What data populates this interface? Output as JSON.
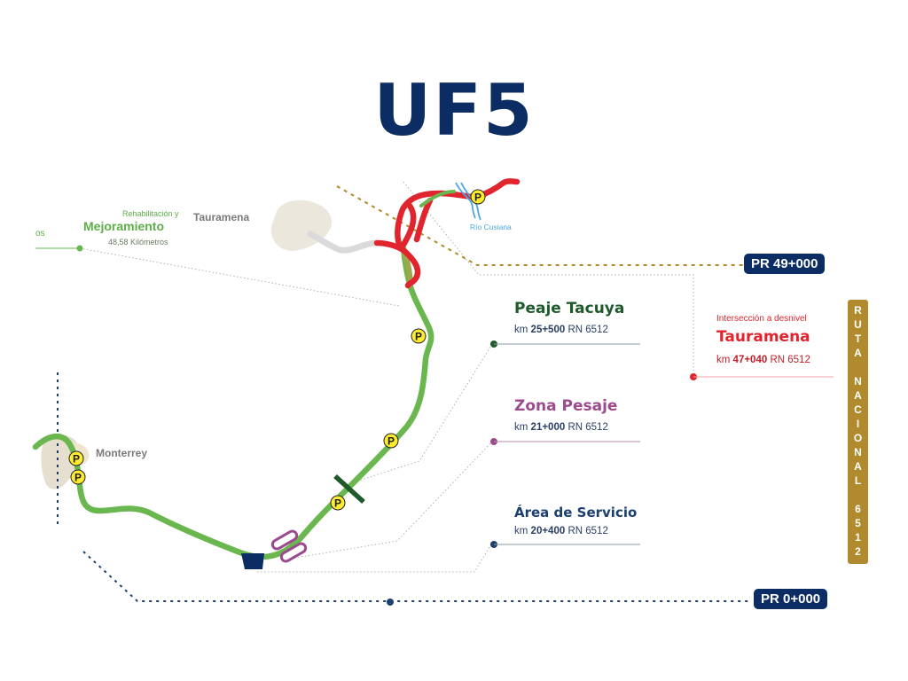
{
  "title": "UF5",
  "towns": {
    "tauramena": "Tauramena",
    "monterrey": "Monterrey",
    "river": "Río Cusiana"
  },
  "rehab": {
    "prefix": "Rehabilitación y",
    "title": "Mejoramiento",
    "length": "48,58 Kilómetros",
    "cut_left": "os"
  },
  "markers": {
    "pr_end": "PR 49+000",
    "pr_start": "PR 0+000"
  },
  "poi": {
    "peaje": {
      "title": "Peaje Tacuya",
      "km_bold": "25+500",
      "km_prefix": "km",
      "km_suffix": "RN 6512",
      "color": "#1f5a2b"
    },
    "pesaje": {
      "title": "Zona Pesaje",
      "km_bold": "21+000",
      "km_prefix": "km",
      "km_suffix": "RN 6512",
      "color": "#9b4a8e"
    },
    "servicio": {
      "title": "Área de Servicio",
      "km_bold": "20+400",
      "km_prefix": "km",
      "km_suffix": "RN 6512",
      "color": "#1b3f6e"
    },
    "interseccion": {
      "prefix": "Intersección a desnivel",
      "title": "Tauramena",
      "km_bold": "47+040",
      "km_prefix": "km",
      "km_suffix": "RN 6512",
      "color": "#e0252e"
    }
  },
  "ruta_vertical": [
    "R",
    "U",
    "T",
    "A",
    "",
    "N",
    "A",
    "C",
    "I",
    "O",
    "N",
    "A",
    "L",
    "",
    "6",
    "5",
    "1",
    "2"
  ],
  "parking_label": "P",
  "colors": {
    "navy": "#0b2d63",
    "green": "#6ab74f",
    "red": "#e0252e",
    "gold": "#b08a2c",
    "pesaje": "#9b4a8e",
    "peaje": "#1f5a2b"
  }
}
